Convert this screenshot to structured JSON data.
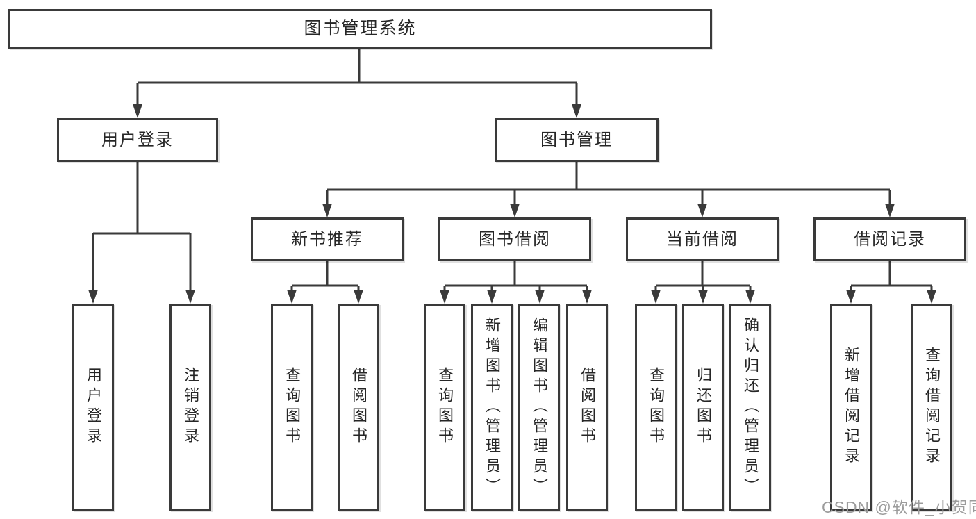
{
  "diagram_type": "hierarchy",
  "root": {
    "label": "图书管理系统",
    "children": [
      {
        "label": "用户登录",
        "children": [
          {
            "label": "用户登录"
          },
          {
            "label": "注销登录"
          }
        ]
      },
      {
        "label": "图书管理",
        "children": [
          {
            "label": "新书推荐",
            "children": [
              {
                "label": "查询图书"
              },
              {
                "label": "借阅图书"
              }
            ]
          },
          {
            "label": "图书借阅",
            "children": [
              {
                "label": "查询图书"
              },
              {
                "label": "新增图书（管理员）"
              },
              {
                "label": "编辑图书（管理员）"
              },
              {
                "label": "借阅图书"
              }
            ]
          },
          {
            "label": "当前借阅",
            "children": [
              {
                "label": "查询图书"
              },
              {
                "label": "归还图书"
              },
              {
                "label": "确认归还（管理员）"
              }
            ]
          },
          {
            "label": "借阅记录",
            "children": [
              {
                "label": "新增借阅记录"
              },
              {
                "label": "查询借阅记录"
              }
            ]
          }
        ]
      }
    ]
  },
  "watermark": "CSDN @软件_小贺同学",
  "colors": {
    "line": "#3a3a3a",
    "box_border": "#3a3a3a",
    "box_fill": "#ffffff",
    "text": "#262626",
    "watermark_text": "#9c9c9c",
    "background": "#ffffff"
  }
}
